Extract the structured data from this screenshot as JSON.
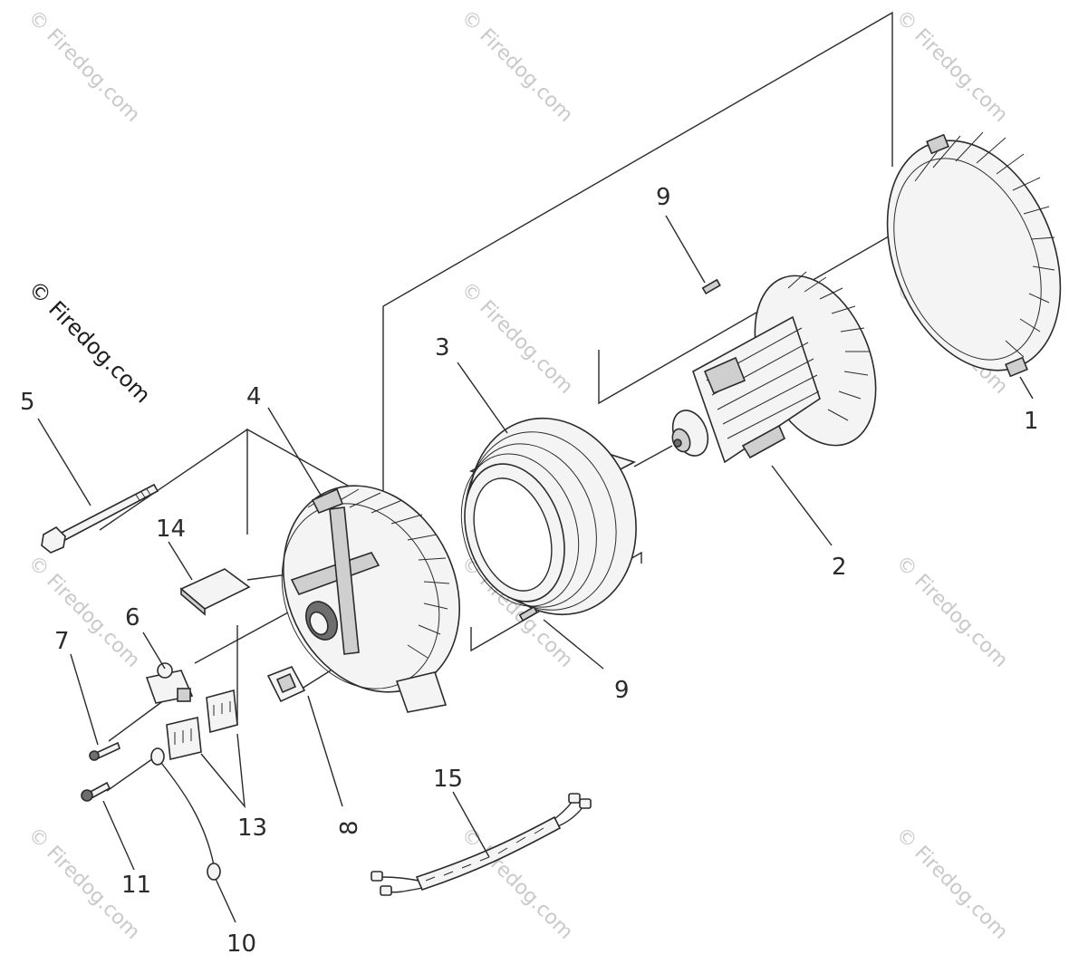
{
  "watermark": {
    "main": "© Firedog.com",
    "tile": "© Firedog.com"
  },
  "callouts": {
    "p1": "1",
    "p2": "2",
    "p3": "3",
    "p4": "4",
    "p5": "5",
    "p6": "6",
    "p7": "7",
    "p8": "8",
    "p9a": "9",
    "p9b": "9",
    "p10": "10",
    "p11": "11",
    "p13": "13",
    "p14": "14",
    "p15": "15"
  },
  "colors": {
    "line": "#2b2b2b",
    "watermark": "#c9c9c9"
  }
}
